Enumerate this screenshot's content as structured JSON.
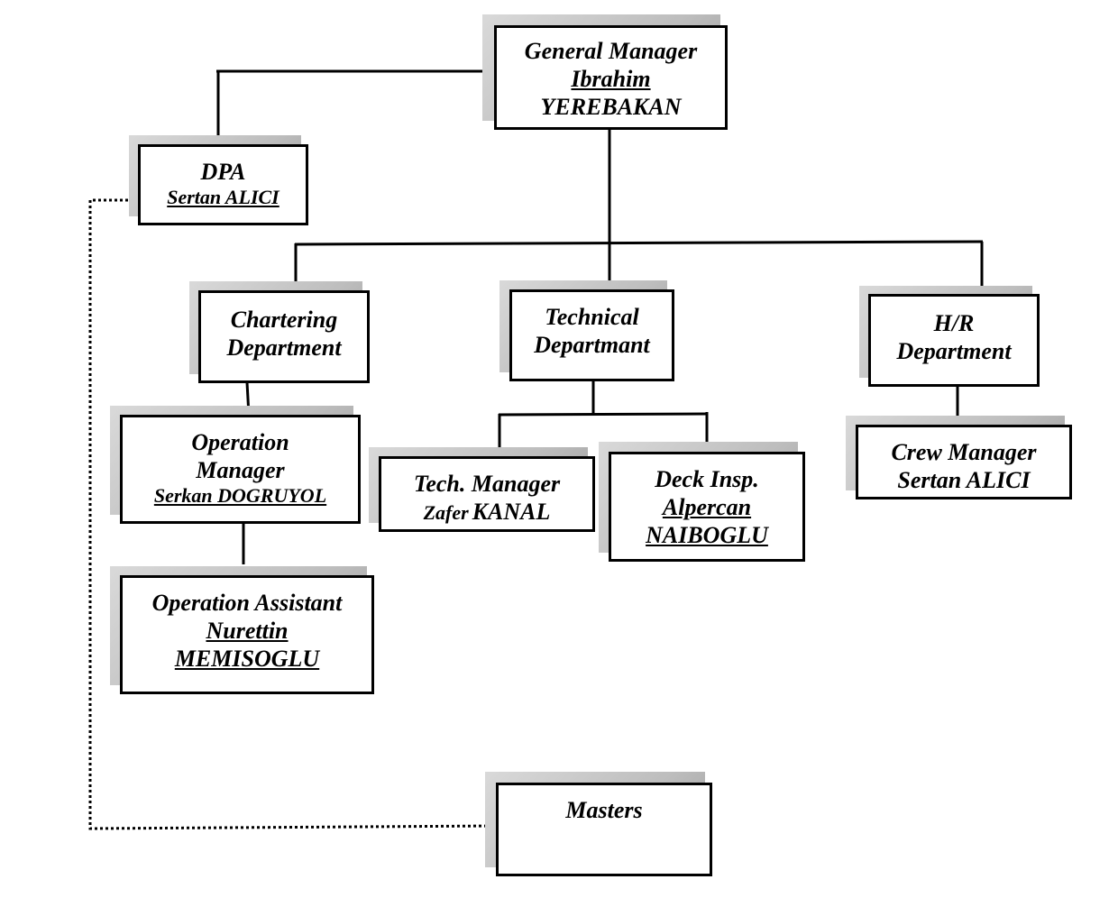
{
  "nodes": {
    "general_manager": {
      "title": "General Manager",
      "first": "Ibrahim",
      "last": "YEREBAKAN"
    },
    "dpa": {
      "title": "DPA",
      "name": "Sertan ALICI"
    },
    "chartering": {
      "line1": "Chartering",
      "line2": "Department"
    },
    "technical": {
      "line1": "Technical",
      "line2": "Departmant"
    },
    "hr": {
      "line1": "H/R",
      "line2": "Department"
    },
    "operation_manager": {
      "line1": "Operation",
      "line2": "Manager",
      "name": "Serkan DOGRUYOL"
    },
    "operation_assistant": {
      "title": "Operation Assistant",
      "first": "Nurettin",
      "last": "MEMISOGLU"
    },
    "tech_manager": {
      "title": "Tech. Manager",
      "first": "Zafer",
      "last": "KANAL"
    },
    "deck_insp": {
      "title": "Deck Insp.",
      "first": "Alpercan",
      "last": "NAIBOGLU"
    },
    "crew_manager": {
      "title": "Crew Manager",
      "name": "Sertan ALICI"
    },
    "masters": {
      "title": "Masters"
    }
  }
}
